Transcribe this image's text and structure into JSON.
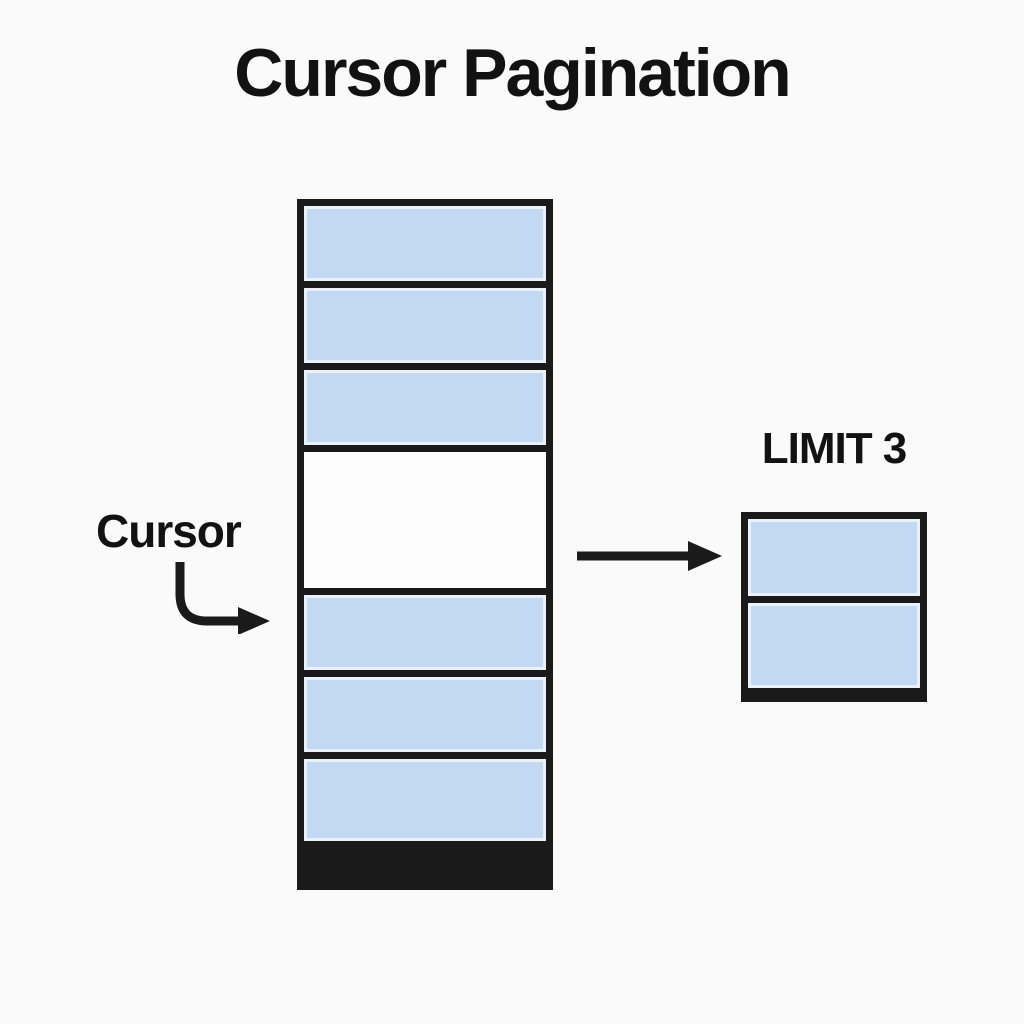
{
  "title": "Cursor Pagination",
  "labels": {
    "cursor": "Cursor",
    "limit": "LIMIT 3"
  },
  "colors": {
    "background": "#FAFAFA",
    "row_fill": "#C3D8F2",
    "cursor_row_fill": "#FDFDFD",
    "stroke": "#1A1A1A",
    "text": "#121212"
  },
  "main_list": {
    "description": "full dataset column",
    "rows": [
      "filled",
      "filled",
      "filled",
      "cursor",
      "filled",
      "filled",
      "filled"
    ],
    "cursor_index": 3
  },
  "result_list": {
    "description": "returned page after cursor",
    "rows": [
      "filled",
      "filled"
    ]
  },
  "icons": {
    "cursor_arrow": "elbow-arrow-down-right",
    "flow_arrow": "arrow-right"
  }
}
